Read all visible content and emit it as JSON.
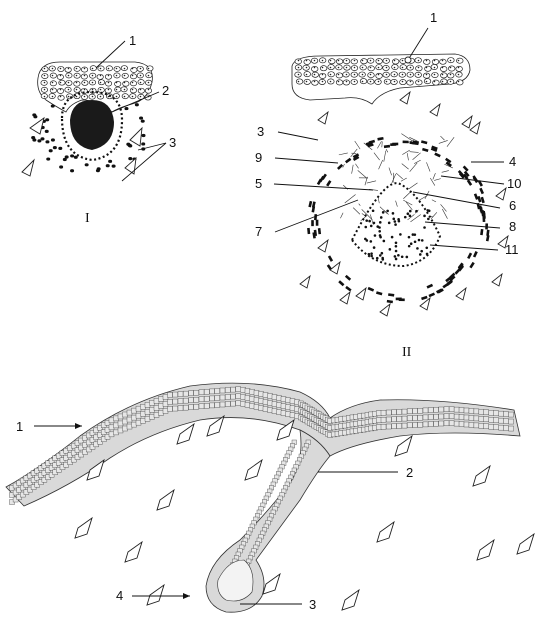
{
  "panel_I": {
    "label": "I",
    "callouts": [
      "1",
      "2",
      "3"
    ]
  },
  "panel_II": {
    "label": "II",
    "callouts": [
      "1",
      "3",
      "9",
      "5",
      "7",
      "4",
      "10",
      "6",
      "8",
      "11"
    ]
  },
  "panel_III": {
    "callouts": [
      "1",
      "2",
      "3",
      "4"
    ]
  }
}
